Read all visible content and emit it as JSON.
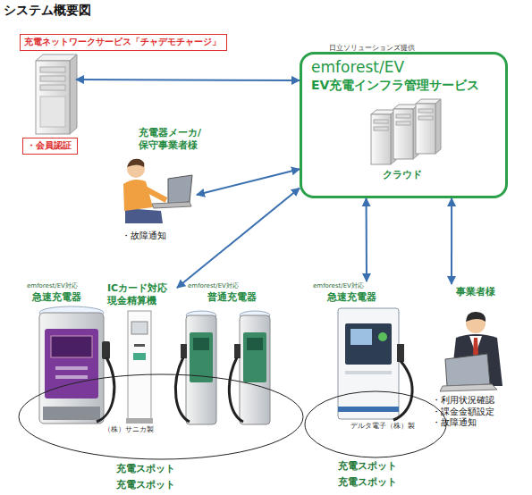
{
  "diagram": {
    "title": "システム概要図",
    "nodes": [
      {
        "text": [
          "充電ネットワークサービス「チャデモチャージ」",
          "・会員認証"
        ]
      },
      {
        "text": [
          "日立ソリューションズ提供",
          "emforest/EV",
          "EV充電インフラ管理サービス",
          "クラウド"
        ]
      },
      {
        "text": [
          "充電器メーカ/ 保守事業者様",
          "・故障通知"
        ]
      },
      {
        "text": [
          "充電スポット",
          "充電スポット"
        ]
      },
      {
        "text": [
          "emforest/EV対応",
          "急速充電器"
        ],
        "in": 3
      },
      {
        "text": [
          "ICカード対応 現金精算機",
          "（株）サニカ製"
        ],
        "in": 3
      },
      {
        "text": [
          "emforest/EV対応",
          "普通充電器"
        ],
        "in": 3
      },
      {
        "text": [
          "充電スポット",
          "充電スポット"
        ]
      },
      {
        "text": [
          "emforest/EV対応",
          "急速充電器",
          "デルタ電子（株）製"
        ],
        "in": 7
      },
      {
        "text": [
          "事業者様",
          "・利用状況確認 ・課金金額設定 ・故障通知"
        ]
      }
    ],
    "edges": [
      {
        "from": 0,
        "to": 1,
        "arrow": "both"
      },
      {
        "from": 2,
        "to": 1,
        "arrow": "both"
      },
      {
        "from": 1,
        "to": 5,
        "arrow": "both"
      },
      {
        "from": 1,
        "to": 8,
        "arrow": "both"
      },
      {
        "from": 1,
        "to": 9,
        "arrow": "both"
      }
    ]
  }
}
